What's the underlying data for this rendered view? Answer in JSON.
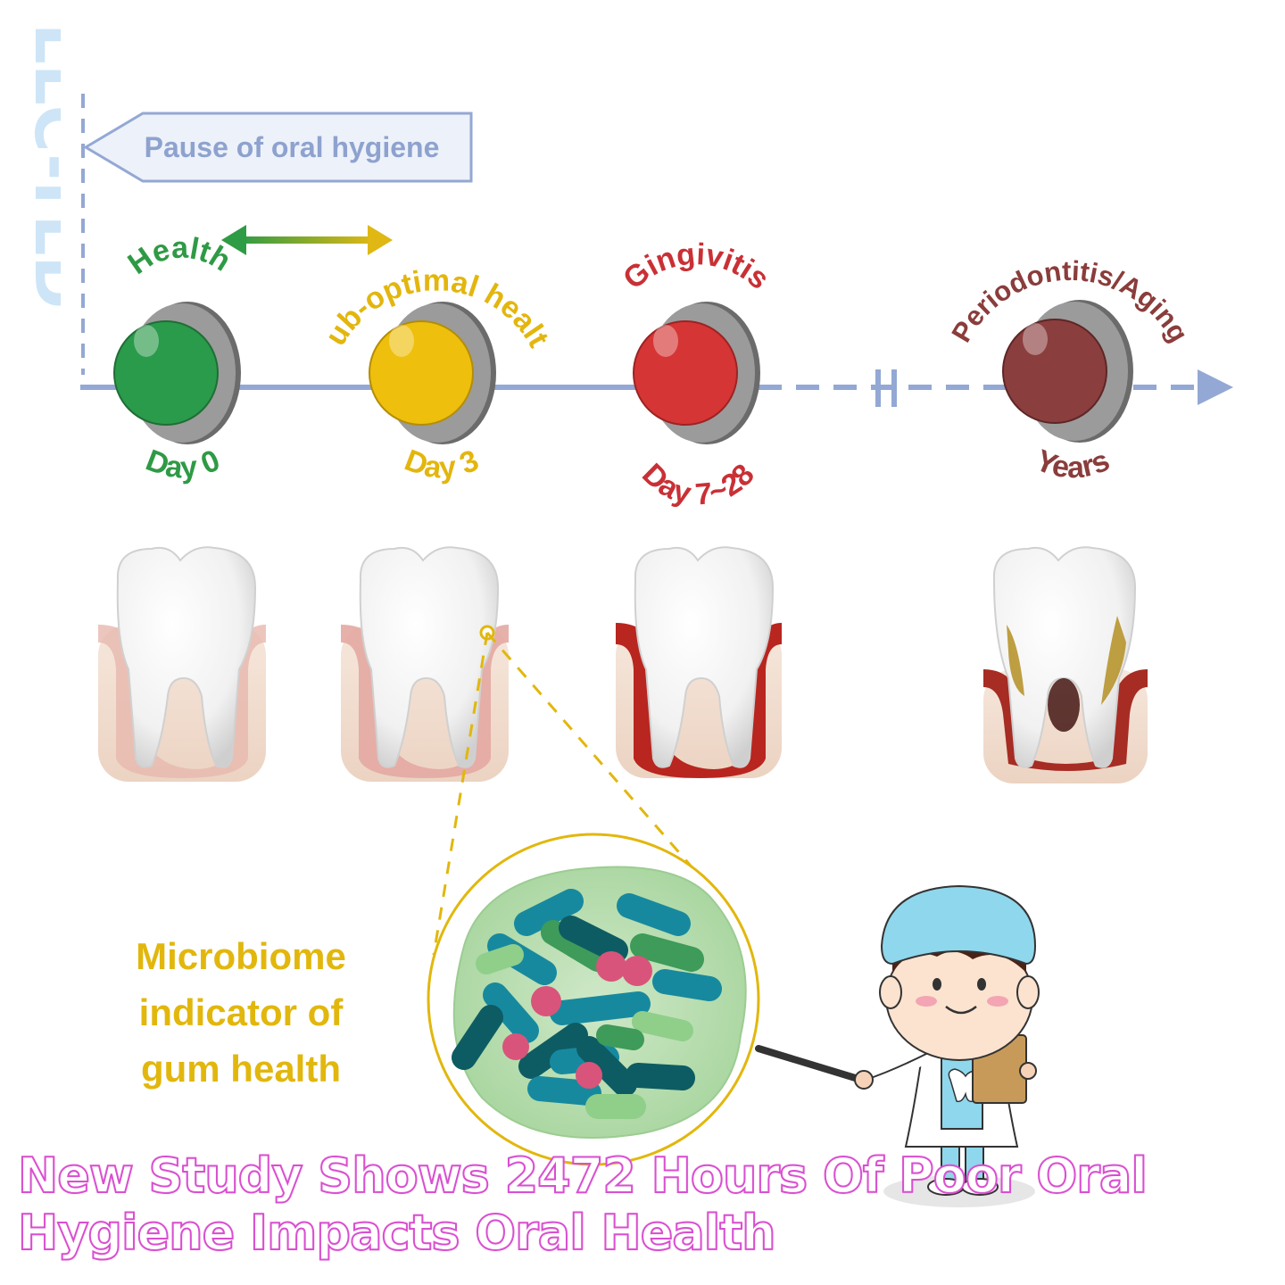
{
  "watermark": "LLC-TLD",
  "timeline": {
    "pause_label": "Pause of oral hygiene",
    "stages": [
      {
        "name": "Health",
        "time": "Day 0",
        "color": "#2a9a4b",
        "text_color": "#2f9a45"
      },
      {
        "name": "Sub-optimal health",
        "time": "Day 3",
        "color": "#eebf0c",
        "text_color": "#e3b60e"
      },
      {
        "name": "Gingivitis",
        "time": "Day 7~28",
        "color": "#d63535",
        "text_color": "#c93035"
      },
      {
        "name": "Periodontitis/Aging",
        "time": "Years",
        "color": "#8b3e3e",
        "text_color": "#8a3d3b"
      }
    ],
    "axis_color": "#93a8d4"
  },
  "microbiome": {
    "label_lines": [
      "Microbiome",
      "indicator of",
      "gum health"
    ],
    "label_color": "#e2b70d"
  },
  "headline": {
    "lines": [
      "New Study Shows 2472 Hours Of Poor Oral",
      "Hygiene Impacts Oral Health"
    ]
  }
}
